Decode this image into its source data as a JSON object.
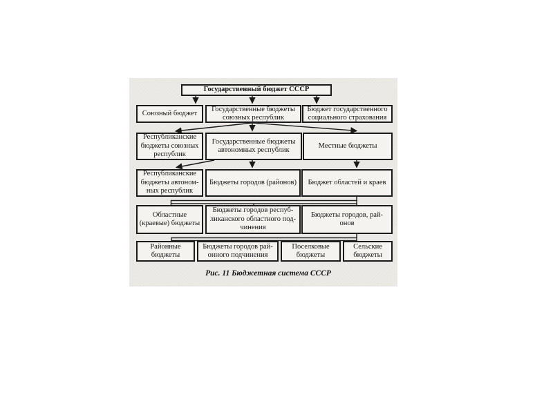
{
  "figure": {
    "caption": "Рис. 11 Бюджетная система СССР",
    "root": {
      "label": "Государственный бюджет СССР"
    },
    "rows": [
      {
        "boxes": [
          {
            "label": "Союзный бюджет"
          },
          {
            "label": "Государственные бюджеты\nсоюзных республик"
          },
          {
            "label": "Бюджет государственного\nсоциального страхования"
          }
        ]
      },
      {
        "boxes": [
          {
            "label": "Республиканские\nбюджеты союзных\nреспублик"
          },
          {
            "label": "Государственные бюджеты\nавтономных республик"
          },
          {
            "label": "Местные бюджеты"
          }
        ]
      },
      {
        "boxes": [
          {
            "label": "Республиканские\nбюджеты автоном-\nных республик"
          },
          {
            "label": "Бюджеты городов (районов)"
          },
          {
            "label": "Бюджет областей и краев"
          }
        ]
      },
      {
        "boxes": [
          {
            "label": "Областные\n(краевые) бюджеты"
          },
          {
            "label": "Бюджеты городов респуб-\nликанского областного под-\nчинения"
          },
          {
            "label": "Бюджеты городов, рай-\nонов"
          }
        ]
      },
      {
        "boxes": [
          {
            "label": "Районные\nбюджеты"
          },
          {
            "label": "Бюджеты городов рай-\nонного подчинения"
          },
          {
            "label": "Поселковые\nбюджеты"
          },
          {
            "label": "Сельские\nбюджеты"
          }
        ]
      }
    ],
    "colors": {
      "ink": "#1a1a1a",
      "scan_background": "#ecebe7",
      "box_fill": "#f4f3ef",
      "page_background": "#ffffff"
    }
  }
}
